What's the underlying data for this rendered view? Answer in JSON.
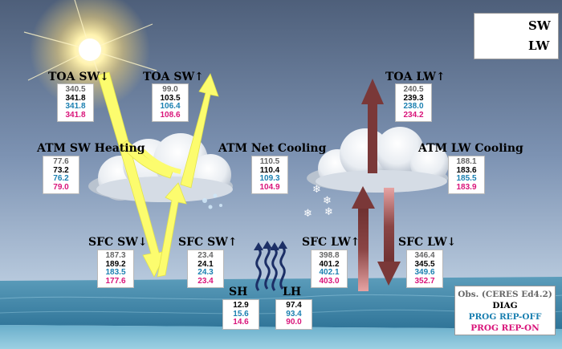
{
  "legend": {
    "sw_label": "SW",
    "lw_label": "LW",
    "sw_color": "#ffff66",
    "lw_color": "#7a3838"
  },
  "series_key": {
    "obs": "Obs. (CERES Ed4.2)",
    "diag": "DIAG",
    "prog_off": "PROG REP-OFF",
    "prog_on": "PROG REP-ON",
    "colors": {
      "obs": "#666666",
      "diag": "#000000",
      "prog_off": "#1a7fb0",
      "prog_on": "#d9147a"
    }
  },
  "fluxes": {
    "toa_sw_down": {
      "label": "TOA SW↓",
      "values": [
        "340.5",
        "341.8",
        "341.8",
        "341.8"
      ]
    },
    "toa_sw_up": {
      "label": "TOA SW↑",
      "values": [
        "99.0",
        "103.5",
        "106.4",
        "108.6"
      ]
    },
    "toa_lw_up": {
      "label": "TOA LW↑",
      "values": [
        "240.5",
        "239.3",
        "238.0",
        "234.2"
      ]
    },
    "atm_sw_heating": {
      "label": "ATM SW Heating",
      "values": [
        "77.6",
        "73.2",
        "76.2",
        "79.0"
      ]
    },
    "atm_net_cooling": {
      "label": "ATM Net Cooling",
      "values": [
        "110.5",
        "110.4",
        "109.3",
        "104.9"
      ]
    },
    "atm_lw_cooling": {
      "label": "ATM LW Cooling",
      "values": [
        "188.1",
        "183.6",
        "185.5",
        "183.9"
      ]
    },
    "sfc_sw_down": {
      "label": "SFC SW↓",
      "values": [
        "187.3",
        "189.2",
        "183.5",
        "177.6"
      ]
    },
    "sfc_sw_up": {
      "label": "SFC SW↑",
      "values": [
        "23.4",
        "24.1",
        "24.3",
        "23.4"
      ]
    },
    "sfc_lw_up": {
      "label": "SFC LW↑",
      "values": [
        "398.8",
        "401.2",
        "402.1",
        "403.0"
      ]
    },
    "sfc_lw_down": {
      "label": "SFC LW↓",
      "values": [
        "346.4",
        "345.5",
        "349.6",
        "352.7"
      ]
    },
    "sh": {
      "label": "SH",
      "values": [
        "12.9",
        "15.6",
        "14.6"
      ]
    },
    "lh": {
      "label": "LH",
      "values": [
        "97.4",
        "93.4",
        "90.0"
      ]
    }
  },
  "icons": [
    "sun-icon",
    "cloud-icon",
    "snowflake-icon",
    "ocean-surface",
    "turbulent-flux-arrow-icon"
  ]
}
